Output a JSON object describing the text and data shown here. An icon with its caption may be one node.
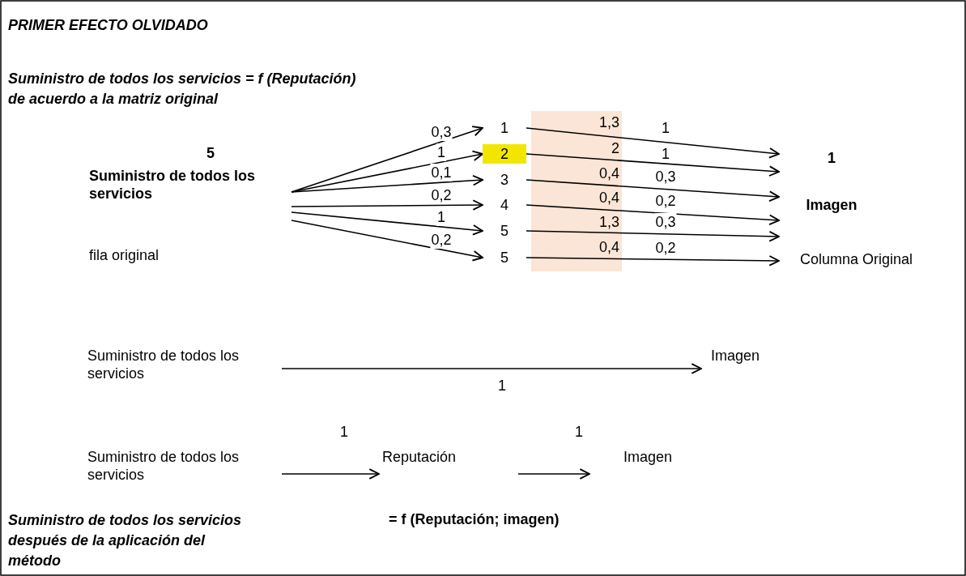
{
  "diagram": {
    "title": "PRIMER EFECTO OLVIDADO",
    "nodes": [
      {
        "text": [
          "5",
          "Suministro de todos los servicios"
        ]
      },
      {
        "text": [
          "1"
        ]
      },
      {
        "text": [
          "2"
        ]
      },
      {
        "text": [
          "3"
        ]
      },
      {
        "text": [
          "4"
        ]
      },
      {
        "text": [
          "5"
        ]
      },
      {
        "text": [
          "5"
        ]
      },
      {
        "text": [
          "1",
          "Imagen"
        ],
        "beside": [
          "Columna Original"
        ]
      },
      {
        "text": [
          "Suministro de todos los servicios"
        ]
      },
      {
        "text": [
          "Imagen"
        ]
      },
      {
        "text": [
          "Suministro de todos los servicios"
        ]
      },
      {
        "text": [
          "Reputación"
        ]
      },
      {
        "text": [
          "Imagen"
        ]
      }
    ],
    "edges": [
      {
        "from": 0,
        "to": 1,
        "arrow": "to",
        "label": "0,3"
      },
      {
        "from": 0,
        "to": 2,
        "arrow": "to",
        "label": "1"
      },
      {
        "from": 0,
        "to": 3,
        "arrow": "to",
        "label": "0,1"
      },
      {
        "from": 0,
        "to": 4,
        "arrow": "to",
        "label": "0,2"
      },
      {
        "from": 0,
        "to": 5,
        "arrow": "to",
        "label": "1"
      },
      {
        "from": 0,
        "to": 6,
        "arrow": "to",
        "label": "0,2"
      },
      {
        "from": 1,
        "to": 7,
        "arrow": "to",
        "label": "1"
      },
      {
        "from": 2,
        "to": 7,
        "arrow": "to",
        "label": "1"
      },
      {
        "from": 3,
        "to": 7,
        "arrow": "to",
        "label": "0,3"
      },
      {
        "from": 4,
        "to": 7,
        "arrow": "to",
        "label": "0,2"
      },
      {
        "from": 5,
        "to": 7,
        "arrow": "to",
        "label": "0,3"
      },
      {
        "from": 6,
        "to": 7,
        "arrow": "to",
        "label": "0,2"
      },
      {
        "from": 8,
        "to": 9,
        "arrow": "to",
        "label": "1"
      },
      {
        "from": 10,
        "to": 11,
        "arrow": "to",
        "label": "1"
      },
      {
        "from": 11,
        "to": 12,
        "arrow": "to",
        "label": "1"
      }
    ],
    "labels": [
      "Suministro de todos los servicios = f (Reputación) de acuerdo a la matriz original",
      "1,3",
      "2",
      "0,4",
      "0,4",
      "1,3",
      "0,4",
      "Suministro de todos los servicios después de la aplicación del método",
      "= f (Reputación; imagen)",
      "fila original"
    ]
  }
}
